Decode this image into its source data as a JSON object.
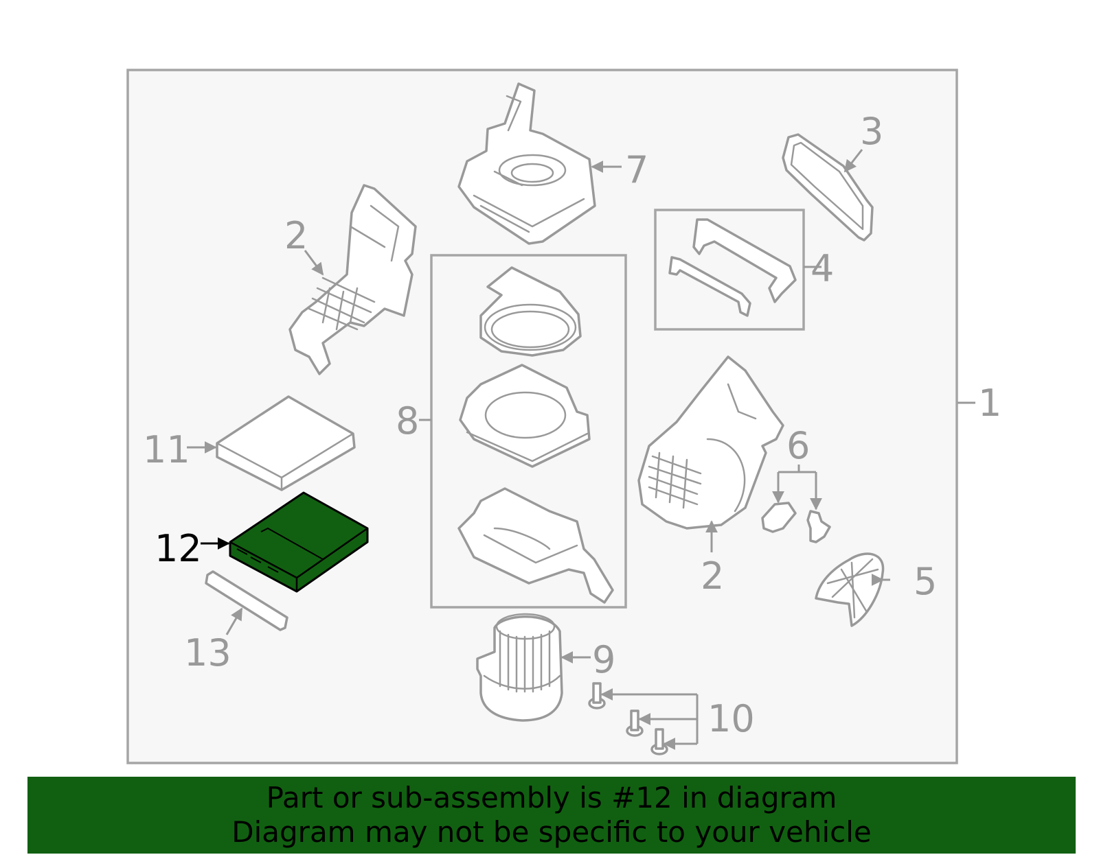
{
  "diagram": {
    "highlight_color": "#116011",
    "callouts": {
      "c1": "1",
      "c2_top": "2",
      "c2_bottom": "2",
      "c3": "3",
      "c4": "4",
      "c5": "5",
      "c6": "6",
      "c7": "7",
      "c8": "8",
      "c9": "9",
      "c10": "10",
      "c11": "11",
      "c12": "12",
      "c13": "13"
    }
  },
  "banner": {
    "line1": "Part or sub-assembly is #12 in diagram",
    "line2": "Diagram may not be specific to your vehicle",
    "background": "#116011"
  }
}
